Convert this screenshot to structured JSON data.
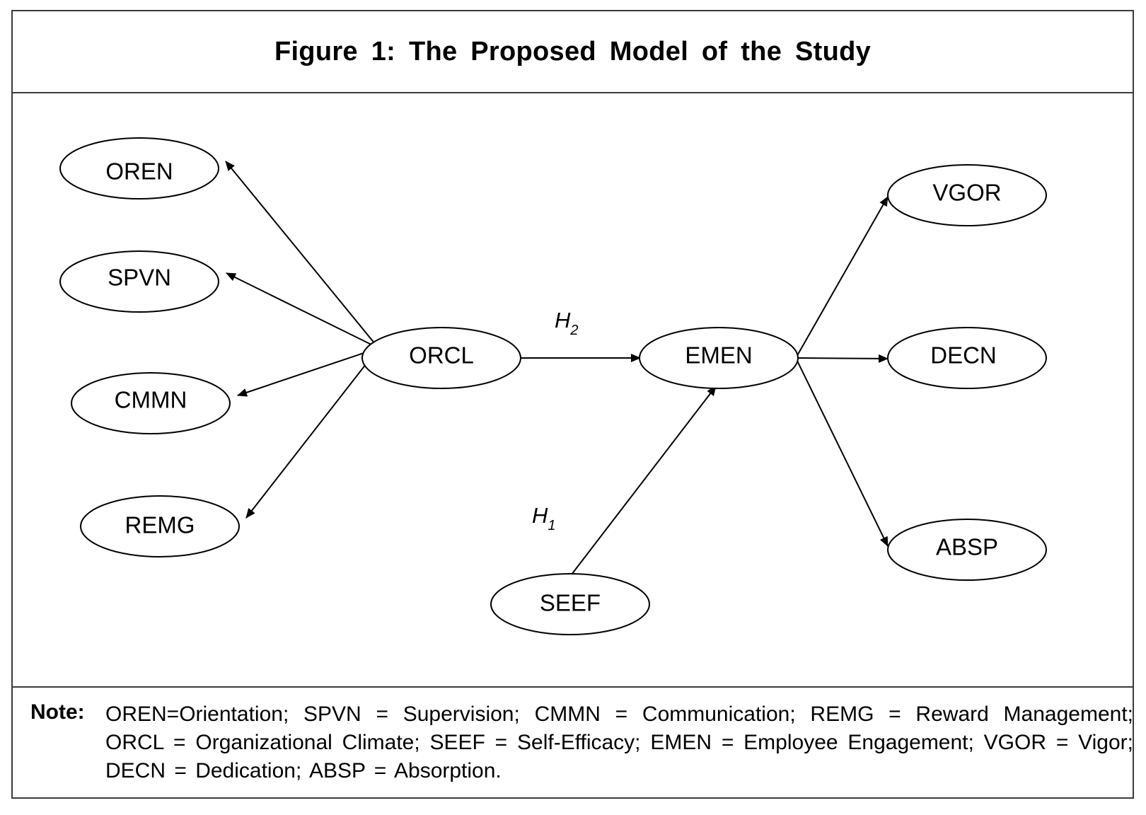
{
  "title": "Figure 1: The Proposed Model of the Study",
  "nodes": {
    "oren": "OREN",
    "spvn": "SPVN",
    "cmmn": "CMMN",
    "remg": "REMG",
    "orcl": "ORCL",
    "emen": "EMEN",
    "seef": "SEEF",
    "vgor": "VGOR",
    "decn": "DECN",
    "absp": "ABSP"
  },
  "hypotheses": {
    "h1": {
      "letter": "H",
      "sub": "1"
    },
    "h2": {
      "letter": "H",
      "sub": "2"
    }
  },
  "note": {
    "label": "Note:",
    "text": "OREN=Orientation; SPVN = Supervision; CMMN = Communication; REMG = Reward Management; ORCL = Organizational Climate; SEEF = Self-Efficacy; EMEN = Employee Engagement; VGOR = Vigor; DECN = Dedication; ABSP = Absorption."
  }
}
